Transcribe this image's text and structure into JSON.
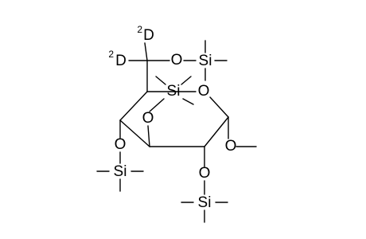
{
  "atoms": {
    "d_isotope": "2",
    "d_top": "D",
    "d_left": "D",
    "o_primary": "O",
    "si_primary": "Si",
    "si_bridge": "Si",
    "o_ring": "O",
    "o_bridge": "O",
    "o_c4": "O",
    "si_c4": "Si",
    "o_c1": "O",
    "o_c2": "O",
    "si_c2": "Si"
  },
  "colors": {
    "ink": "#000000",
    "background": "#ffffff"
  }
}
